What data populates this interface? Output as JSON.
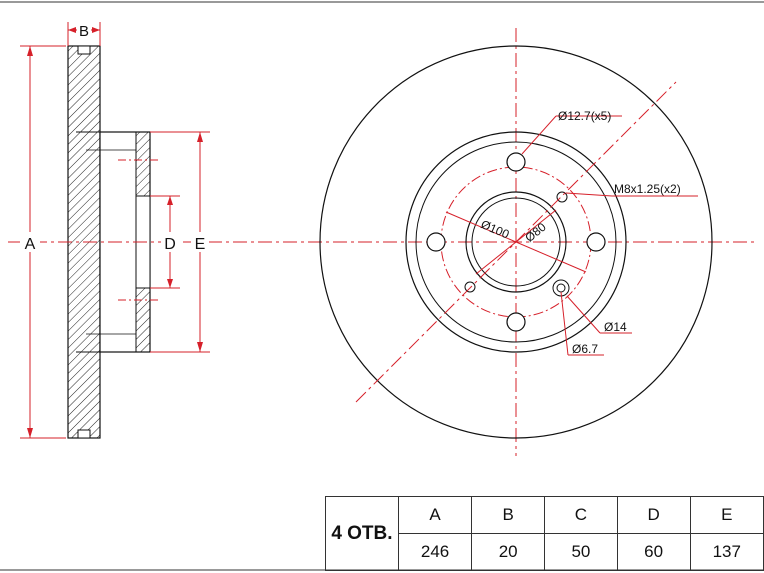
{
  "labels": {
    "A": "A",
    "B": "B",
    "D": "D",
    "E": "E"
  },
  "annotations": {
    "bolt_hole": "Ø12.7(x5)",
    "thread": "M8x1.25(x2)",
    "pcd": "Ø100",
    "center_bore": "Ø80",
    "counterbore": "Ø14",
    "small_hole": "Ø6.7"
  },
  "table": {
    "holes_label": "4 ОТВ.",
    "headers": [
      "A",
      "B",
      "C",
      "D",
      "E"
    ],
    "values": [
      "246",
      "20",
      "50",
      "60",
      "137"
    ]
  },
  "colors": {
    "line": "#111111",
    "dim": "#d6202a"
  }
}
